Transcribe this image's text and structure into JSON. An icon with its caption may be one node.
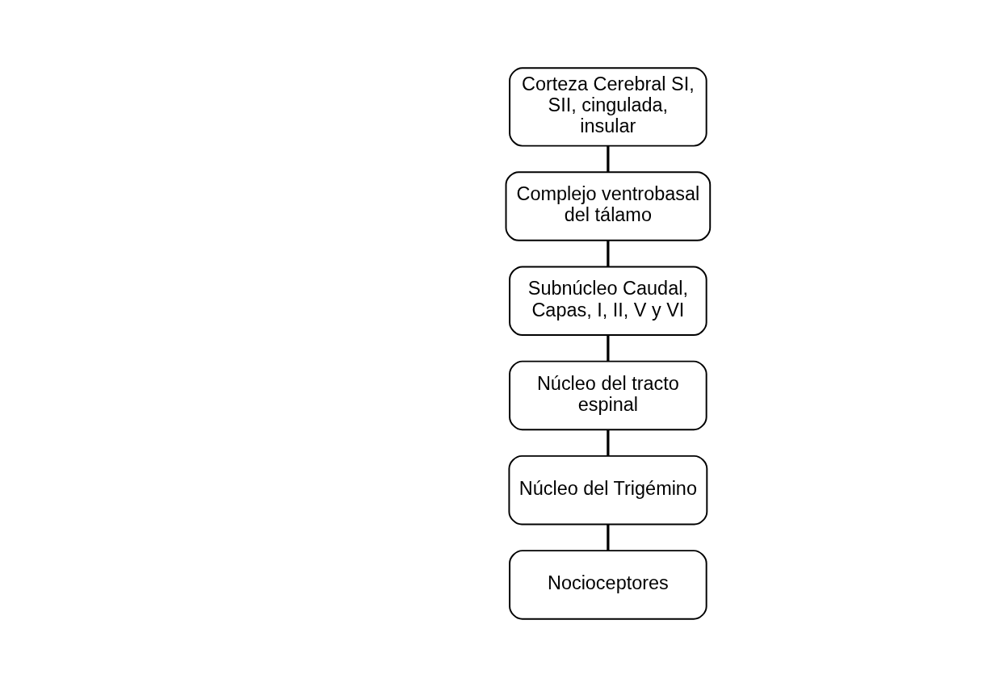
{
  "diagram": {
    "nodes": [
      {
        "text": [
          "Corteza Cerebral SI, SII, cingulada, insular"
        ]
      },
      {
        "text": [
          "Complejo ventrobasal del tálamo"
        ]
      },
      {
        "text": [
          "Subnúcleo Caudal, Capas, I, II, V y VI"
        ]
      },
      {
        "text": [
          "Núcleo del tracto espinal"
        ]
      },
      {
        "text": [
          "Núcleo del Trigémino"
        ]
      },
      {
        "text": [
          "Nocioceptores"
        ]
      }
    ],
    "edges": [
      {
        "from": 0,
        "to": 1,
        "arrow": "none"
      },
      {
        "from": 1,
        "to": 2,
        "arrow": "none"
      },
      {
        "from": 2,
        "to": 3,
        "arrow": "none"
      },
      {
        "from": 3,
        "to": 4,
        "arrow": "none"
      },
      {
        "from": 4,
        "to": 5,
        "arrow": "none"
      }
    ]
  }
}
